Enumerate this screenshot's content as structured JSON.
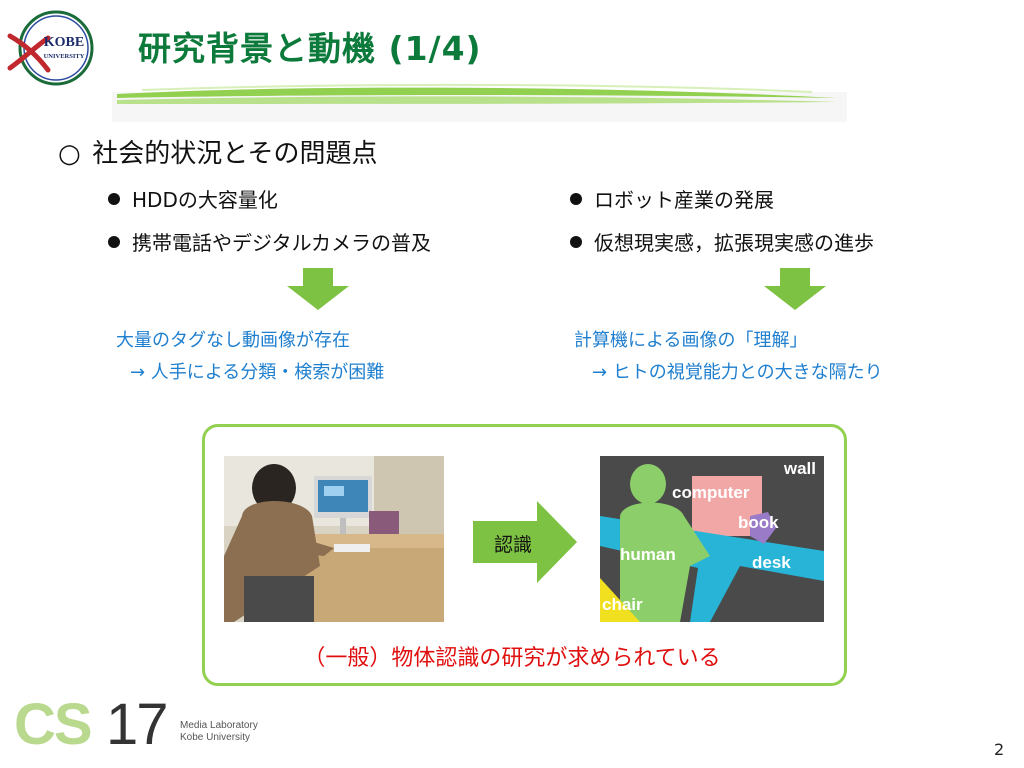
{
  "header": {
    "logo_text_top": "KOBE",
    "logo_text_bottom": "UNIVERSITY",
    "title": "研究背景と動機 (1/4)"
  },
  "section": {
    "marker": "○",
    "heading": "社会的状況とその問題点"
  },
  "left_column": {
    "bullets": [
      "HDDの大容量化",
      "携帯電話やデジタルカメラの普及"
    ],
    "result_line1": "大量のタグなし動画像が存在",
    "result_line2": "→ 人手による分類・検索が困難"
  },
  "right_column": {
    "bullets": [
      "ロボット産業の発展",
      "仮想現実感，拡張現実感の進歩"
    ],
    "result_line1": "計算機による画像の「理解」",
    "result_line2": "→ ヒトの視覚能力との大きな隔たり"
  },
  "figure": {
    "arrow_label": "認識",
    "segment_labels": {
      "wall": "wall",
      "computer": "computer",
      "book": "book",
      "human": "human",
      "desk": "desk",
      "chair": "chair"
    },
    "conclusion": "（一般）物体認識の研究が求められている"
  },
  "footer": {
    "brand_cs": "CS",
    "brand_num": "17",
    "lab_line1": "Media Laboratory",
    "lab_line2": "Kobe University",
    "page_number": "2"
  },
  "colors": {
    "title_green": "#0c7a3a",
    "accent_green": "#92d050",
    "result_blue": "#1f7fcf",
    "conclusion_red": "#e01010"
  }
}
